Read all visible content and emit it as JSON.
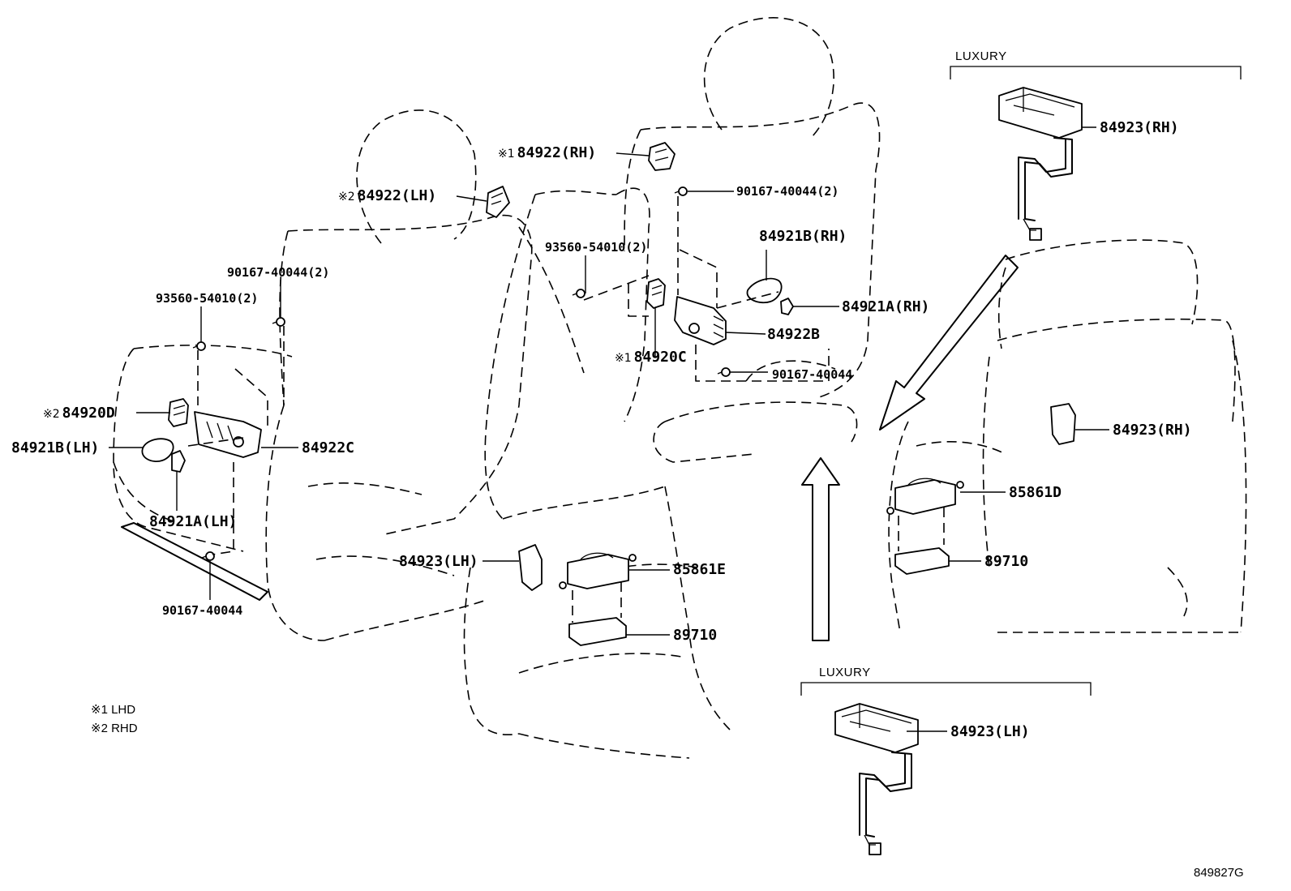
{
  "luxury_headers": [
    "LUXURY",
    "LUXURY"
  ],
  "notes": [
    "※1 LHD",
    "※2 RHD"
  ],
  "drawing_number": "849827G",
  "callouts": [
    {
      "mark": "※2",
      "text": "84922(LH)"
    },
    {
      "mark": "※1",
      "text": "84922(RH)"
    },
    {
      "mark": "",
      "text": "90167-40044(2)"
    },
    {
      "mark": "",
      "text": "93560-54010(2)"
    },
    {
      "mark": "",
      "text": "90167-40044(2)"
    },
    {
      "mark": "",
      "text": "93560-54010(2)"
    },
    {
      "mark": "",
      "text": "84921B(RH)"
    },
    {
      "mark": "",
      "text": "84921A(RH)"
    },
    {
      "mark": "",
      "text": "84922B"
    },
    {
      "mark": "※1",
      "text": "84920C"
    },
    {
      "mark": "",
      "text": "90167-40044"
    },
    {
      "mark": "※2",
      "text": "84920D"
    },
    {
      "mark": "",
      "text": "84921B(LH)"
    },
    {
      "mark": "",
      "text": "84922C"
    },
    {
      "mark": "",
      "text": "84921A(LH)"
    },
    {
      "mark": "",
      "text": "90167-40044"
    },
    {
      "mark": "",
      "text": "84923(LH)"
    },
    {
      "mark": "",
      "text": "85861E"
    },
    {
      "mark": "",
      "text": "89710"
    },
    {
      "mark": "",
      "text": "84923(RH)"
    },
    {
      "mark": "",
      "text": "84923(RH)"
    },
    {
      "mark": "",
      "text": "85861D"
    },
    {
      "mark": "",
      "text": "89710"
    },
    {
      "mark": "",
      "text": "84923(LH)"
    }
  ]
}
